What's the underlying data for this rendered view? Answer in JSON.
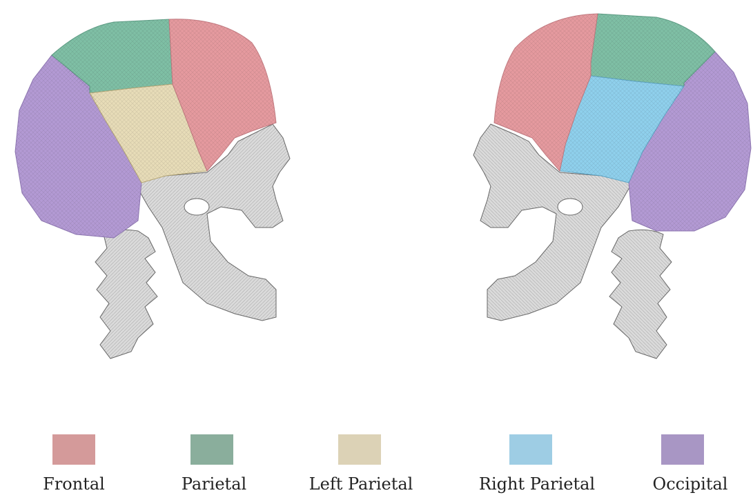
{
  "legend": {
    "items": [
      {
        "label": "Frontal",
        "color": "#d49a9a"
      },
      {
        "label": "Parietal",
        "color": "#8aae9c"
      },
      {
        "label": "Left Parietal",
        "color": "#dcd2b6"
      },
      {
        "label": "Right Parietal",
        "color": "#9ecde4"
      },
      {
        "label": "Occipital",
        "color": "#a896c4"
      }
    ]
  },
  "colors": {
    "bone": "#d9d9d9",
    "bone_line": "#6b6b6b",
    "frontal_fill": "#e59a9f",
    "parietal_fill": "#7fbfa5",
    "left_temporal_fill": "#e7dcb8",
    "right_temporal_fill": "#8fd0ec",
    "occipital_fill": "#b39ad4"
  },
  "figures": [
    {
      "id": "left-view",
      "facing": "right"
    },
    {
      "id": "right-view",
      "facing": "left"
    }
  ]
}
